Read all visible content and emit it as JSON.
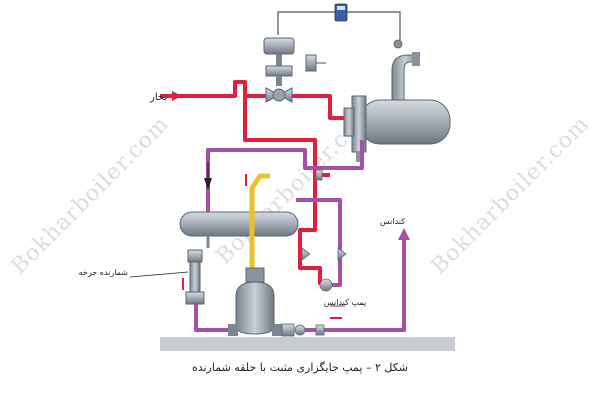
{
  "diagram": {
    "watermark_text": "Bokharboiler.com",
    "labels": {
      "steam": "بخار",
      "condensate": "کندانس",
      "counter": "شمارنده جرخه",
      "pump": "پمپ کندانس",
      "caption": "شکل ۲ – پمپ جایگزاری مثبت با حلقه شمارنده"
    },
    "colors": {
      "steam_line": "#e0203c",
      "condensate_line": "#a64fa6",
      "vent_line": "#e8c22c",
      "control_line": "#555555",
      "equipment": "#9aa3ad",
      "floor": "#c9cdd1"
    }
  }
}
